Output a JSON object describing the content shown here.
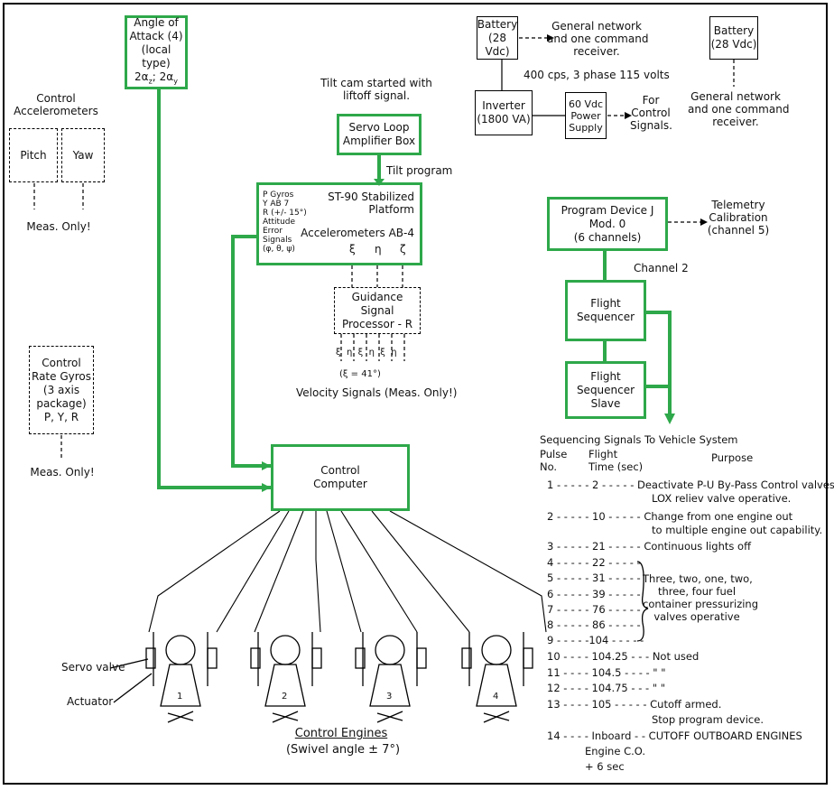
{
  "colors": {
    "accent_green": "#2ea84a",
    "line": "#000000"
  },
  "boxes": {
    "angle_of_attack": [
      "Angle of",
      "Attack (4)",
      "(local type)",
      "2α",
      "; 2α"
    ],
    "servo_loop": [
      "Servo Loop",
      "Amplifier Box"
    ],
    "stabilized_platform": {
      "title": [
        "ST-90 Stabilized",
        "Platform"
      ],
      "accelerometers": "Accelerometers AB-4",
      "axes": [
        "ξ",
        "η",
        "ζ"
      ],
      "gyros": [
        "P   Gyros",
        "Y    AB 7",
        "R   (+/- 15°)",
        "Attitude",
        "Error",
        "Signals",
        "(φ, θ, ψ)"
      ]
    },
    "guidance": [
      "Guidance Signal",
      "Processor - R"
    ],
    "control_computer": [
      "Control",
      "Computer"
    ],
    "program_device": [
      "Program Device J",
      "Mod. 0",
      "(6 channels)"
    ],
    "flight_sequencer": [
      "Flight",
      "Sequencer"
    ],
    "flight_sequencer_slave": [
      "Flight",
      "Sequencer",
      "Slave"
    ],
    "battery_1": [
      "Battery",
      "(28 Vdc)"
    ],
    "battery_2": [
      "Battery",
      "(28 Vdc)"
    ],
    "inverter": [
      "Inverter",
      "(1800 VA)"
    ],
    "power_supply": [
      "60 Vdc",
      "Power",
      "Supply"
    ],
    "pitch": "Pitch",
    "yaw": "Yaw",
    "rate_gyros": [
      "Control",
      "Rate Gyros",
      "(3 axis",
      "package)",
      "P, Y, R"
    ]
  },
  "labels": {
    "control_accelerometers": [
      "Control",
      "Accelerometers"
    ],
    "meas_only_1": "Meas. Only!",
    "meas_only_2": "Meas. Only!",
    "tilt_cam": [
      "Tilt cam started with",
      "liftoff signal."
    ],
    "tilt_program": "Tilt program",
    "velocity_signals": "Velocity Signals (Meas. Only!)",
    "xi_note": "(ξ = 41°)",
    "guidance_outputs": [
      "ξ",
      "η",
      "ξ",
      "η",
      "ξ",
      "η"
    ],
    "general_network_1": [
      "General network",
      "and one command",
      "receiver."
    ],
    "general_network_2": [
      "General network",
      "and one command",
      "receiver."
    ],
    "power_spec": "400 cps, 3 phase  115 volts",
    "for_control": [
      "For",
      "Control",
      "Signals."
    ],
    "telemetry": [
      "Telemetry",
      "Calibration",
      "(channel 5)"
    ],
    "channel_2": "Channel 2",
    "servo_valve": "Servo valve",
    "actuator": "Actuator",
    "control_engines": "Control Engines",
    "swivel_angle": "(Swivel angle ± 7°)",
    "engine_numbers": [
      "1",
      "2",
      "3",
      "4"
    ]
  },
  "sequencing": {
    "title": "Sequencing Signals To Vehicle System",
    "col_pulse": [
      "Pulse",
      "No."
    ],
    "col_flight": [
      "Flight",
      "Time (sec)"
    ],
    "col_purpose": "Purpose",
    "rows": [
      "1 - - - - - 2 - - - - - Deactivate P-U By-Pass Control valves.",
      "LOX reliev valve operative.",
      "2 - - - - - 10 - - - - - Change from one engine out",
      "to multiple engine out capability.",
      "3 - - - - - 21 - - - - -  Continuous lights off",
      "4 - - - - - 22 - - - - -",
      "5 - - - - - 31 - - - - -",
      "6 - - - - - 39 - - - - -",
      "7 - - - - - 76 - - - - -",
      "8 - - - - - 86 - - - - -",
      "9 - - - - -104 - - - - -",
      "10 - - - - 104.25 - - -  Not used",
      "11 - - - - 104.5 - - - -   \"        \"",
      "12 - - - - 104.75 - - -   \"        \"",
      "13 - - - - 105 - - - - -  Cutoff armed.",
      "Stop program device.",
      "14 - - - - Inboard  - - CUTOFF OUTBOARD ENGINES",
      "Engine C.O.",
      "+ 6 sec"
    ],
    "group_purpose": [
      "Three, two, one, two,",
      "three, four fuel",
      "container pressurizing",
      "valves operative"
    ]
  }
}
